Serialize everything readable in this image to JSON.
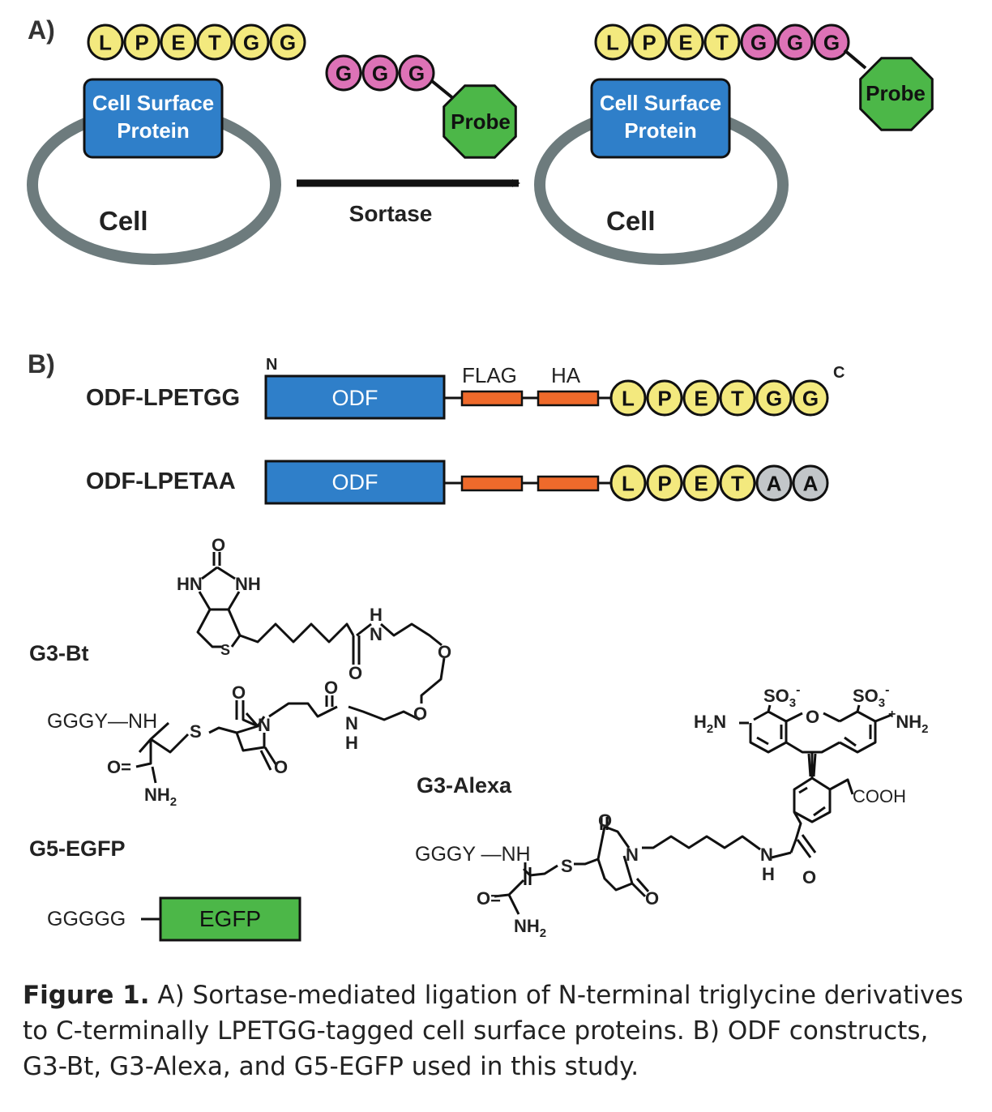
{
  "panel_a": {
    "label": "A)",
    "left_chain": [
      "L",
      "P",
      "E",
      "T",
      "G",
      "G"
    ],
    "free_chain": [
      "G",
      "G",
      "G"
    ],
    "right_chain": [
      "L",
      "P",
      "E",
      "T",
      "G",
      "G",
      "G"
    ],
    "protein_line1": "Cell Surface",
    "protein_line2": "Protein",
    "cell": "Cell",
    "probe": "Probe",
    "arrow_label": "Sortase"
  },
  "panel_b": {
    "label": "B)",
    "n_term": "N",
    "c_term": "C",
    "flag": "FLAG",
    "ha": "HA",
    "construct1": {
      "name": "ODF-LPETGG",
      "domain": "ODF",
      "chain": [
        "L",
        "P",
        "E",
        "T",
        "G",
        "G"
      ]
    },
    "construct2": {
      "name": "ODF-LPETAA",
      "domain": "ODF",
      "chain": [
        "L",
        "P",
        "E",
        "T",
        "A",
        "A"
      ]
    },
    "g3bt": {
      "name": "G3-Bt",
      "O": "O",
      "HN": "HN",
      "NH": "NH",
      "S": "S",
      "H": "H",
      "N": "N",
      "gggy_nh": "GGGY—NH",
      "O_eq": "O=",
      "NH2": "NH",
      "sub2": "2"
    },
    "g3alexa": {
      "name": "G3-Alexa",
      "gggy_nh": "GGGY —NH",
      "S": "S",
      "N": "N",
      "O": "O",
      "O_eq": "O=",
      "NH2": "NH",
      "sub2": "2",
      "H": "H",
      "SO3": "SO",
      "sub3": "3",
      "minus": "-",
      "H2N": "H",
      "NH2_plus": "NH",
      "plus": "+",
      "COOH": "COOH"
    },
    "g5egfp": {
      "name": "G5-EGFP",
      "chain": "GGGGG",
      "box": "EGFP"
    }
  },
  "caption": {
    "bold": "Figure 1.",
    "text": " A) Sortase-mediated ligation of N-terminal triglycine derivatives to C-terminally LPETGG-tagged cell surface proteins. B) ODF constructs, G3-Bt, G3-Alexa, and G5-EGFP used in this study."
  },
  "colors": {
    "yellow": "#f3e97e",
    "pink": "#dd72b6",
    "gray_bead": "#c2c6c9",
    "blue": "#2f7fc9",
    "green": "#4cb748",
    "orange": "#ef6a2b",
    "ring": "#6d7b7d"
  }
}
